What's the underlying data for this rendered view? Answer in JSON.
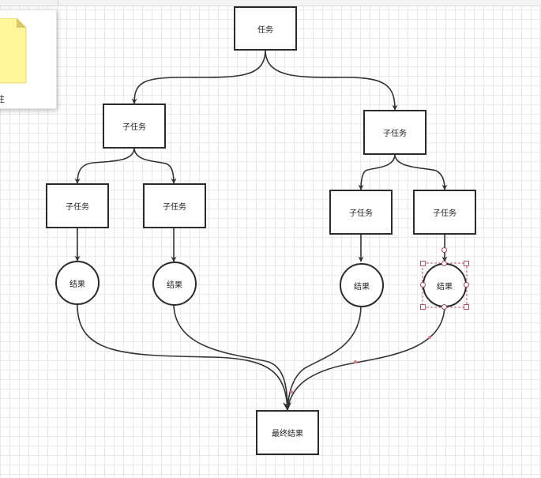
{
  "sidebar_panel": {
    "note_label": "注"
  },
  "colors": {
    "node_border": "#2b2b2b",
    "edge": "#333333",
    "selection": "#b05567",
    "note_fill": "#fff59a",
    "grid": "#e9e9e9"
  },
  "diagram": {
    "root": {
      "label": "任务"
    },
    "left_subtask": {
      "label": "子任务"
    },
    "right_subtask": {
      "label": "子任务"
    },
    "left_left_subtask": {
      "label": "子任务"
    },
    "left_right_subtask": {
      "label": "子任务"
    },
    "right_left_subtask": {
      "label": "子任务"
    },
    "right_right_subtask": {
      "label": "子任务"
    },
    "result_1": {
      "label": "结果"
    },
    "result_2": {
      "label": "结果"
    },
    "result_3": {
      "label": "结果"
    },
    "result_4": {
      "label": "结果",
      "selected": true
    },
    "final": {
      "label": "最终结果"
    }
  }
}
